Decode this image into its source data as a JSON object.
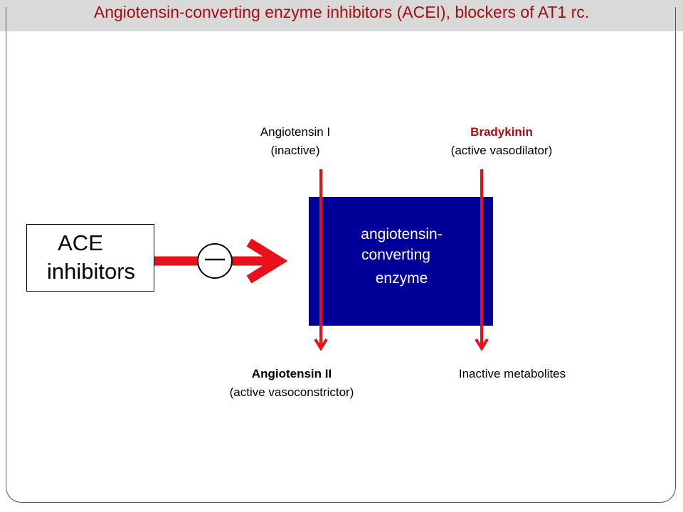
{
  "title": "Angiotensin-converting enzyme inhibitors (ACEI), blockers of AT1 rc.",
  "ace_inhibitors": {
    "line1": "ACE",
    "line2": "inhibitors"
  },
  "inhibition_symbol": "–",
  "enzyme": {
    "line1": "angiotensin-",
    "line2": "converting",
    "line3": "enzyme"
  },
  "angiotensin_1": {
    "name": "Angiotensin I",
    "note": "(inactive)"
  },
  "bradykinin": {
    "name": "Bradykinin",
    "note": "(active vasodilator)"
  },
  "angiotensin_2": {
    "name": "Angiotensin II",
    "note": "(active vasoconstrictor)"
  },
  "inactive_metabolites": "Inactive metabolites",
  "colors": {
    "title": "#a50f0f",
    "arrow": "#e8101a",
    "enzyme_fill": "#000099",
    "bradykinin": "#a50f0f",
    "title_bar": "#d9d9d9"
  }
}
